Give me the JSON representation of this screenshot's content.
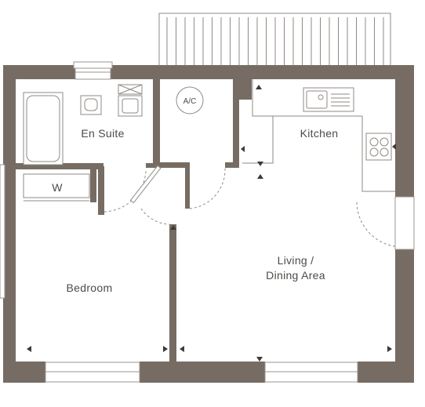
{
  "palette": {
    "wall": "#766c63",
    "line": "#8f8a84",
    "text": "#4e4a46",
    "arrow": "#3d3a37",
    "background": "#ffffff"
  },
  "rooms": {
    "en_suite": "En Suite",
    "kitchen": "Kitchen",
    "wardrobe": "W",
    "bedroom": "Bedroom",
    "living_line1": "Living /",
    "living_line2": "Dining Area"
  },
  "fixtures": {
    "ac": "A/C"
  }
}
